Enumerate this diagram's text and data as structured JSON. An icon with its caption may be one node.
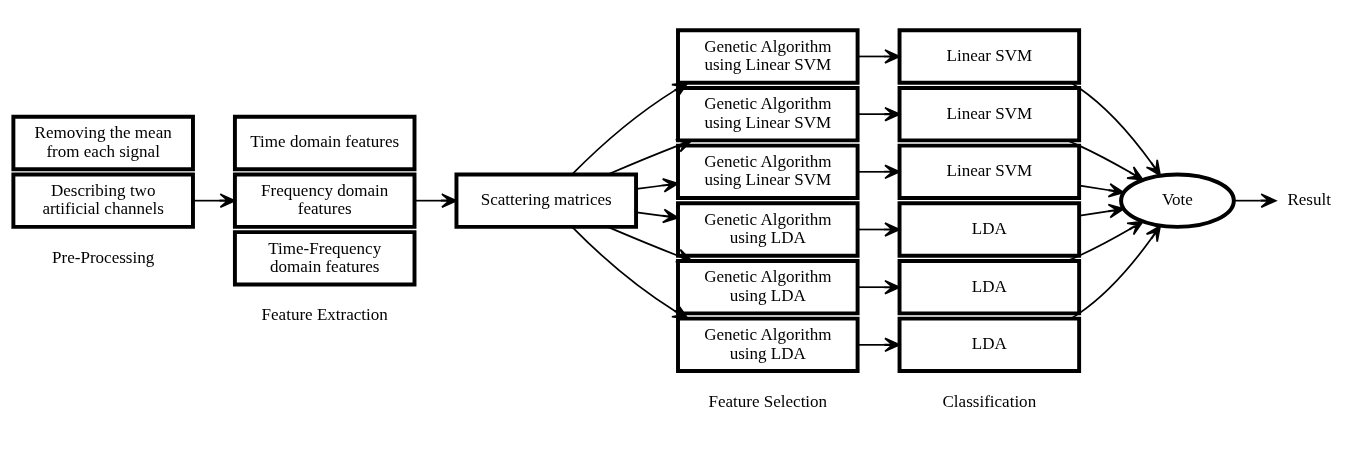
{
  "diagram": {
    "nodes": [
      {
        "text": [
          "Removing the mean from each signal"
        ]
      },
      {
        "text": [
          "Describing two artificial channels"
        ]
      },
      {
        "text": [
          "Time domain features"
        ]
      },
      {
        "text": [
          "Frequency domain features"
        ]
      },
      {
        "text": [
          "Time-Frequency domain features"
        ]
      },
      {
        "text": [
          "Scattering matrices"
        ]
      },
      {
        "text": [
          "Genetic Algorithm using Linear SVM"
        ]
      },
      {
        "text": [
          "Genetic Algorithm using Linear SVM"
        ]
      },
      {
        "text": [
          "Genetic Algorithm using Linear SVM"
        ]
      },
      {
        "text": [
          "Genetic Algorithm using LDA"
        ]
      },
      {
        "text": [
          "Genetic Algorithm using LDA"
        ]
      },
      {
        "text": [
          "Genetic Algorithm using LDA"
        ]
      },
      {
        "text": [
          "Linear SVM"
        ]
      },
      {
        "text": [
          "Linear SVM"
        ]
      },
      {
        "text": [
          "Linear SVM"
        ]
      },
      {
        "text": [
          "LDA"
        ]
      },
      {
        "text": [
          "LDA"
        ]
      },
      {
        "text": [
          "LDA"
        ]
      },
      {
        "text": [
          "Vote"
        ]
      },
      {
        "text": [
          "Result"
        ]
      }
    ],
    "edges": [
      {
        "from": 1,
        "to": 3,
        "arrow": "to"
      },
      {
        "from": 3,
        "to": 5,
        "arrow": "to"
      },
      {
        "from": 5,
        "to": 6,
        "arrow": "to"
      },
      {
        "from": 5,
        "to": 7,
        "arrow": "to"
      },
      {
        "from": 5,
        "to": 8,
        "arrow": "to"
      },
      {
        "from": 5,
        "to": 9,
        "arrow": "to"
      },
      {
        "from": 5,
        "to": 10,
        "arrow": "to"
      },
      {
        "from": 5,
        "to": 11,
        "arrow": "to"
      },
      {
        "from": 6,
        "to": 12,
        "arrow": "to"
      },
      {
        "from": 7,
        "to": 13,
        "arrow": "to"
      },
      {
        "from": 8,
        "to": 14,
        "arrow": "to"
      },
      {
        "from": 9,
        "to": 15,
        "arrow": "to"
      },
      {
        "from": 10,
        "to": 16,
        "arrow": "to"
      },
      {
        "from": 11,
        "to": 17,
        "arrow": "to"
      },
      {
        "from": 12,
        "to": 18,
        "arrow": "to"
      },
      {
        "from": 13,
        "to": 18,
        "arrow": "to"
      },
      {
        "from": 14,
        "to": 18,
        "arrow": "to"
      },
      {
        "from": 15,
        "to": 18,
        "arrow": "to"
      },
      {
        "from": 16,
        "to": 18,
        "arrow": "to"
      },
      {
        "from": 17,
        "to": 18,
        "arrow": "to"
      },
      {
        "from": 18,
        "to": 19,
        "arrow": "to"
      }
    ],
    "labels": [
      "Pre-Processing",
      "Feature Extraction",
      "Feature Selection",
      "Classification"
    ]
  }
}
